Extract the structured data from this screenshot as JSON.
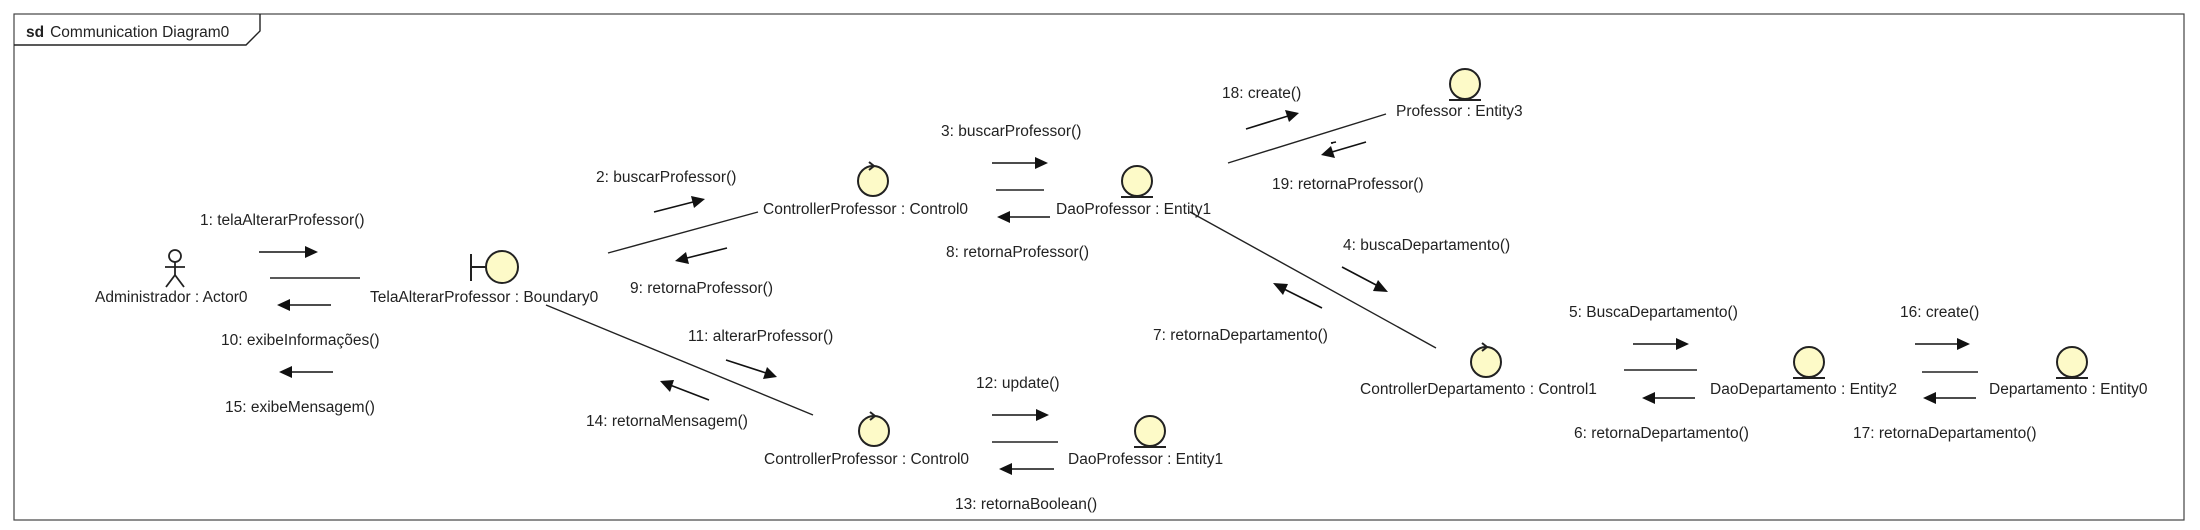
{
  "frame": {
    "keyword": "sd",
    "title": "Communication Diagram0"
  },
  "participants": {
    "actor": {
      "label": "Administrador : Actor0",
      "icon": "actor-icon"
    },
    "boundary": {
      "label": "TelaAlterarProfessor : Boundary0",
      "icon": "boundary-icon"
    },
    "control_top": {
      "label": "ControllerProfessor : Control0",
      "icon": "control-icon"
    },
    "entity_dao_top": {
      "label": "DaoProfessor : Entity1",
      "icon": "entity-icon"
    },
    "entity_professor": {
      "label": "Professor : Entity3",
      "icon": "entity-icon"
    },
    "control_dep": {
      "label": "ControllerDepartamento : Control1",
      "icon": "control-icon"
    },
    "entity_dao_dep": {
      "label": "DaoDepartamento : Entity2",
      "icon": "entity-icon"
    },
    "entity_departamento": {
      "label": "Departamento : Entity0",
      "icon": "entity-icon"
    },
    "control_bottom": {
      "label": "ControllerProfessor : Control0",
      "icon": "control-icon"
    },
    "entity_dao_bottom": {
      "label": "DaoProfessor : Entity1",
      "icon": "entity-icon"
    }
  },
  "messages": {
    "m1": "1: telaAlterarProfessor()",
    "m2": "2: buscarProfessor()",
    "m3": "3: buscarProfessor()",
    "m4": "4: buscaDepartamento()",
    "m5": "5: BuscaDepartamento()",
    "m6": "6: retornaDepartamento()",
    "m7": "7: retornaDepartamento()",
    "m8": "8: retornaProfessor()",
    "m9": "9: retornaProfessor()",
    "m10": "10: exibeInformações()",
    "m11": "11: alterarProfessor()",
    "m12": "12: update()",
    "m13": "13: retornaBoolean()",
    "m14": "14: retornaMensagem()",
    "m15": "15: exibeMensagem()",
    "m16": "16: create()",
    "m17": "17: retornaDepartamento()",
    "m18": "18: create()",
    "m19": "19: retornaProfessor()"
  }
}
